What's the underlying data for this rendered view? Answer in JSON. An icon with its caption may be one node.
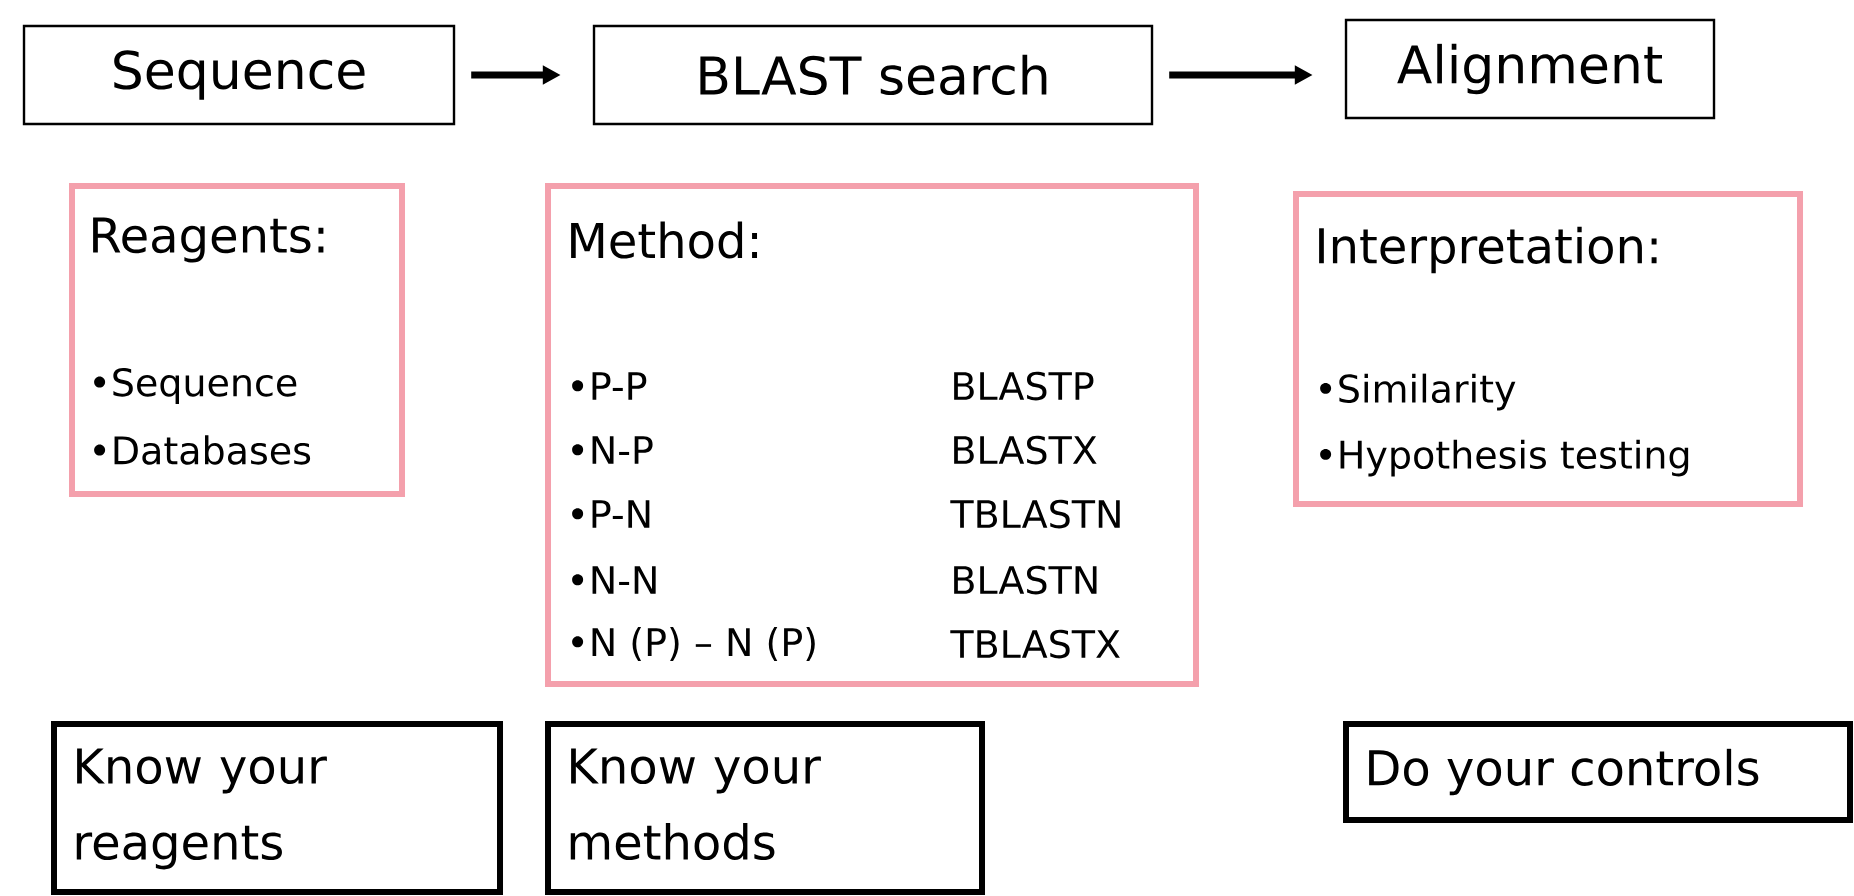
{
  "diagram": {
    "nodes": [
      {
        "text": [
          "Sequence"
        ]
      },
      {
        "text": [
          "BLAST search"
        ]
      },
      {
        "text": [
          "Alignment"
        ]
      },
      {
        "text": [
          "Reagents:",
          "•Sequence",
          "•Databases"
        ]
      },
      {
        "text": [
          "Method:",
          "•P-P",
          "BLASTP",
          "•N-P",
          "BLASTX",
          "•P-N",
          "TBLASTN",
          "•N-N",
          "BLASTN",
          "•N (P) – N (P)",
          "TBLASTX"
        ]
      },
      {
        "text": [
          "Interpretation:",
          "•Similarity",
          "•Hypothesis testing"
        ]
      },
      {
        "text": [
          "Know your reagents"
        ]
      },
      {
        "text": [
          "Know your methods"
        ]
      },
      {
        "text": [
          "Do your controls"
        ]
      }
    ],
    "edges": [
      {
        "from": 0,
        "to": 1,
        "arrow": "to"
      },
      {
        "from": 1,
        "to": 2,
        "arrow": "to"
      }
    ]
  }
}
